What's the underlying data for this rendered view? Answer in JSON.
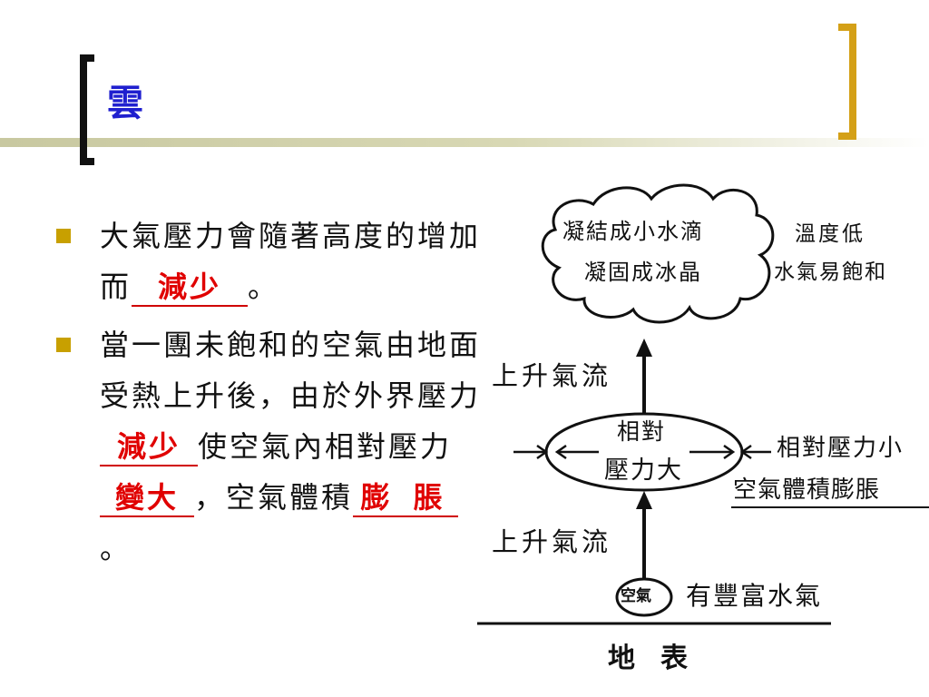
{
  "title": "雲",
  "bullets": [
    {
      "parts": [
        {
          "t": "大氣壓力會隨著高度的增加而"
        },
        {
          "blank": "減少",
          "cls": "b1"
        },
        {
          "t": "。"
        }
      ]
    },
    {
      "parts": [
        {
          "t": "當一團未飽和的空氣由地面受熱上升後，由於外界壓力"
        },
        {
          "blank": "減少",
          "cls": "b2"
        },
        {
          "t": "使空氣內相對壓力"
        },
        {
          "blank": "變大",
          "cls": "b3"
        },
        {
          "t": "，空氣體積"
        },
        {
          "blank": "膨",
          "cls": "b4"
        },
        {
          "blank": "脹",
          "cls": "b5"
        },
        {
          "t": "。"
        }
      ]
    }
  ],
  "diagram": {
    "cloud_line1": "凝結成小水滴",
    "cloud_line2": "凝固成冰晶",
    "temp_low": "溫度低",
    "saturation": "水氣易飽和",
    "rising_top": "上升氣流",
    "rising_bottom": "上升氣流",
    "ellipse_line1": "相對",
    "ellipse_line2": "壓力大",
    "rel_pressure_small": "相對壓力小",
    "volume_expand": "空氣體積膨脹",
    "air_label": "空氣",
    "moisture": "有豐富水氣",
    "ground": "地表"
  },
  "colors": {
    "title": "#1f1fcf",
    "answer": "#e00000",
    "bullet": "#c8a000",
    "bracket_right": "#d4a017"
  }
}
